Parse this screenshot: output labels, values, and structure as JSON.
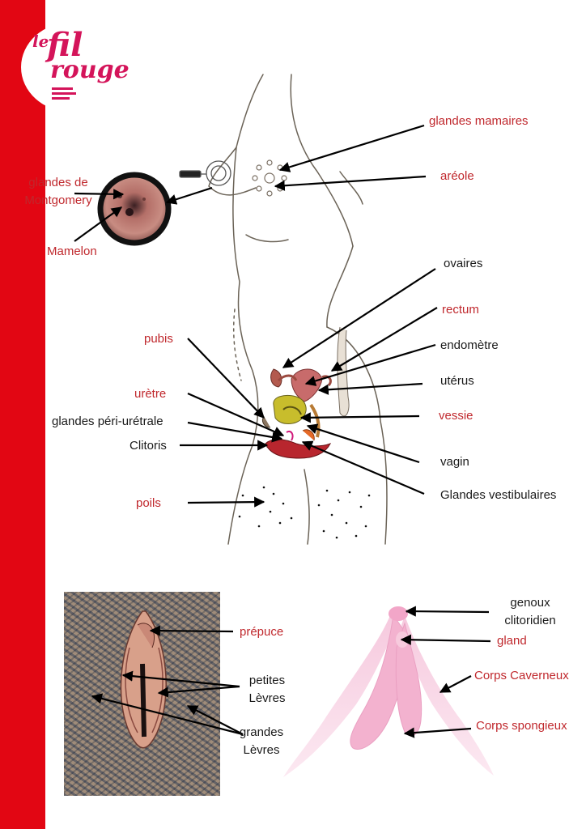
{
  "logo": {
    "line1": "le",
    "line2": "fil",
    "line3": "rouge"
  },
  "labels": {
    "glandes_mamaires": "glandes mamaires",
    "areole": "aréole",
    "glandes_montgomery": "glandes de\nMontgomery",
    "mamelon": "Mamelon",
    "ovaires": "ovaires",
    "rectum": "rectum",
    "endometre": "endomètre",
    "uterus": "utérus",
    "vessie": "vessie",
    "vagin": "vagin",
    "glandes_vestibulaires": "Glandes vestibulaires",
    "pubis": "pubis",
    "uretre": "urètre",
    "glandes_peri_uretrale": "glandes péri-urétrale",
    "clitoris": "Clitoris",
    "poils": "poils",
    "prepuce": "prépuce",
    "petites_levres": "petites\nLèvres",
    "grandes_levres": "grandes\nLèvres",
    "genoux_clitoridien": "genoux\nclitoridien",
    "gland": "gland",
    "corps_caverneux": "Corps Caverneux",
    "corps_spongieux": "Corps spongieux"
  },
  "colors": {
    "stripe": "#e20613",
    "label_red": "#c0282d",
    "label_black": "#1a1a1a",
    "logo": "#d4145a",
    "clitoris_pink": "#f2b8d4"
  }
}
